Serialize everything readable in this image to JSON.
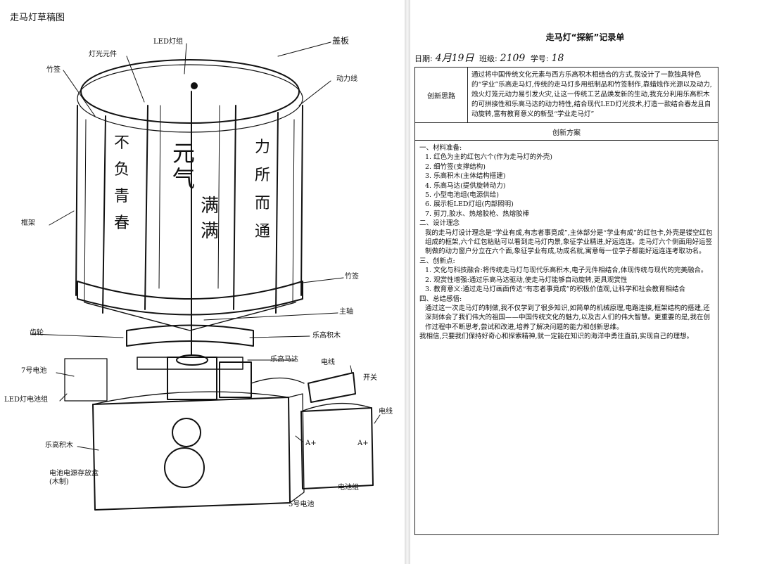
{
  "sketch": {
    "title": "走马灯草稿图",
    "labels": {
      "cover": "盖板",
      "led": "LED灯组",
      "light_source": "灯光元件",
      "bamboo_top": "竹签",
      "power_line": "动力线",
      "frame": "框架",
      "lamp_text_1": "元气",
      "lamp_text_2": "满满",
      "lamp_text_3": "不负青春",
      "lamp_text_4": "力所而通",
      "bamboo_side": "竹签",
      "main_shaft": "主轴",
      "blocks_top": "乐高积木",
      "gear": "齿轮",
      "battery_7": "7号电池",
      "led_battery": "LED灯电池组",
      "motor": "乐高马达",
      "wire": "电线",
      "switch": "开关",
      "blocks_bottom": "乐高积木",
      "battery_box": "电池电源存放盒(木制)",
      "battery_5": "5号电池",
      "battery_pack": "电池组",
      "plus_a": "A+",
      "plus_b": "A+"
    }
  },
  "record": {
    "title": "走马灯“探新”记录单",
    "date_label": "日期:",
    "date_value": "4月19日",
    "class_label": "班级:",
    "class_value": "2109",
    "id_label": "学号:",
    "id_value": "18",
    "idea_label": "创新思路",
    "idea_text": "通过将中国传统文化元素与西方乐高积木相结合的方式,我设计了一款独具特色的“学业”乐高走马灯,传统的走马灯多用纸制品和竹签制作,靠蜡烛作光源以及动力,烛火灯笼元动力易引发火灾,让这一传统工艺品焕发新的生动,我充分利用乐高积木的可拼接性和乐高马达的动力特性,结合现代LED灯光技术,打造一款结合春龙且自动旋转,富有教育意义的新型“学业走马灯”",
    "plan_label": "创新方案",
    "plan_lines": [
      "一、材料准备:",
      "1. 红色为主的红包六个(作为走马灯的外壳)",
      "2. 细竹签(支撑结构)",
      "3. 乐高积木(主体结构搭建)",
      "4. 乐高马达(提供旋转动力)",
      "5. 小型电池组(电源供给)",
      "6. 展示柜LED灯组(内部照明)",
      "7. 剪刀,胶水、热熔胶枪、热熔胶棒",
      "二、设计理念",
      "我的走马灯设计理念是“学业有成,有志者事竟成”,主体部分是“学业有成”的红包卡,外壳是镂空红包组成的框架,六个红包粘贴可以看到走马灯内景,象征学业精进,好运连连。走马灯六个侧面用好运签制做的动力窗户分立在六个面,象征学业有成,功成名就,寓意每一位学子都能好运连连考取功名。",
      "三、创新点:",
      "1. 文化与科技融合:将传统走马灯与现代乐高积木,电子元件相结合,体现传统与现代的完美融合。",
      "2. 观赏性增强:通过乐高马达驱动,使走马灯能够自动旋转,更具观赏性",
      "3. 教育意义:通过走马灯画面传达“有志者事竟成”的积极价值观,让科学和社会教育相结合",
      "四、总结感悟:",
      "通过这一次走马灯的制做,我不仅学到了很多知识,如简单的机械原理,电路连接,框架结构的搭建,还深刻体会了我们伟大的祖国——中国传统文化的魅力,以及古人们的伟大智慧。更重要的是,我在创作过程中不断思考,尝试和改进,培养了解决问题的能力和创新思维。",
      "我相信,只要我们保持好奇心和探索精神,就一定能在知识的海洋中勇往直前,实现自己的理想。"
    ]
  }
}
